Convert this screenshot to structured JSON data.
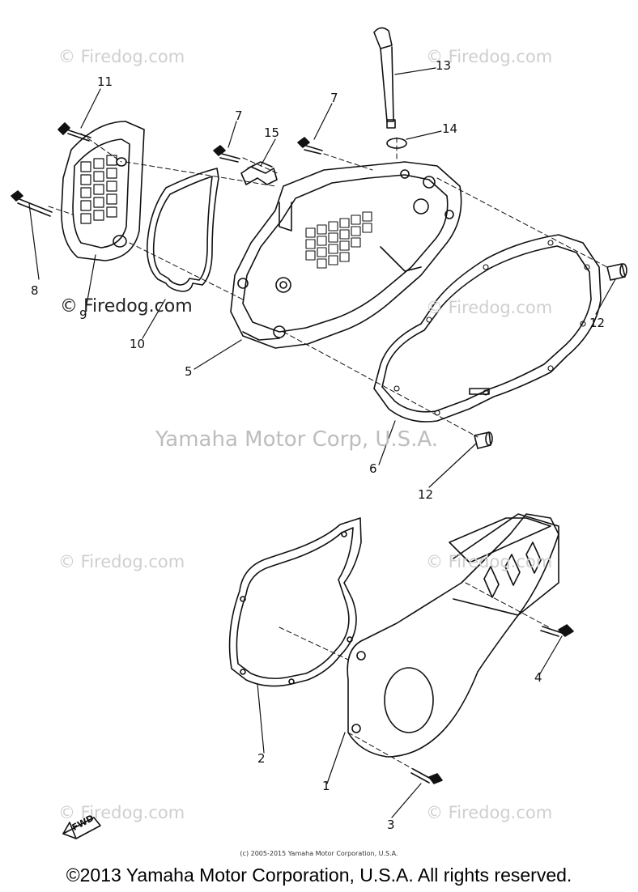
{
  "watermarks": {
    "firedog": "© Firedog.com",
    "main": "Yamaha Motor Corp, U.S.A."
  },
  "callouts": [
    "1",
    "2",
    "3",
    "4",
    "5",
    "6",
    "7",
    "7",
    "8",
    "9",
    "10",
    "11",
    "12",
    "12",
    "13",
    "14",
    "15"
  ],
  "fwd_label": "FWD",
  "small_copyright": "(c) 2005-2015 Yamaha Motor Corporation, U.S.A.",
  "footer": "©2013 Yamaha Motor Corporation, U.S.A. All rights reserved."
}
